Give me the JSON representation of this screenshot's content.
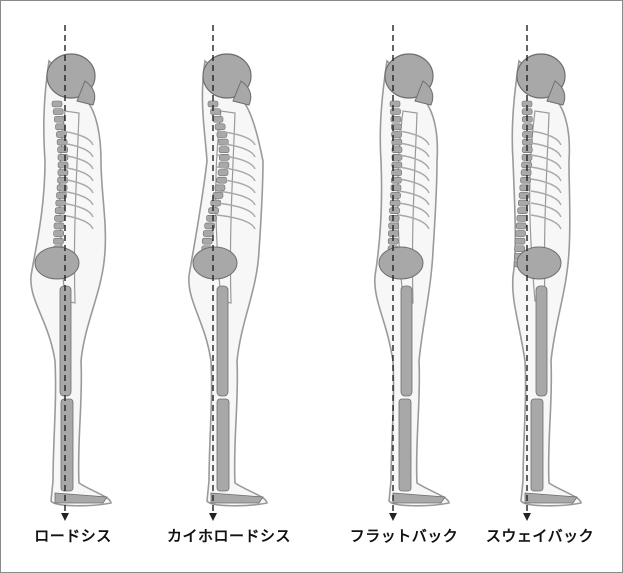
{
  "postures": [
    {
      "label": "ロードシス"
    },
    {
      "label": "カイホロードシス"
    },
    {
      "label": "フラットバック"
    },
    {
      "label": "スウェイバック"
    }
  ],
  "colors": {
    "skin_fill": "#f7f7f7",
    "skin_outline": "#9a9a9a",
    "bone": "#a8a8a8",
    "bone_dark": "#6e6e6e",
    "plumb_line": "#222222",
    "frame": "#8a8a8a"
  }
}
